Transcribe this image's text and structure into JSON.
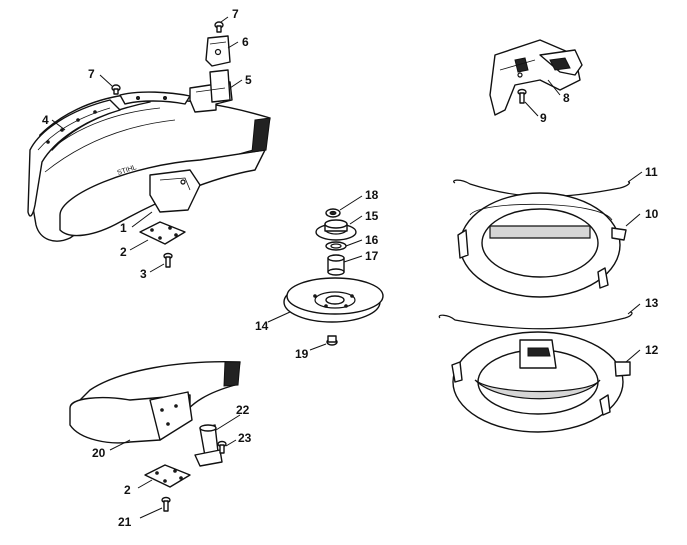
{
  "callouts": {
    "c1": "1",
    "c2a": "2",
    "c2b": "2",
    "c3": "3",
    "c4": "4",
    "c5": "5",
    "c6": "6",
    "c7a": "7",
    "c7b": "7",
    "c8": "8",
    "c9": "9",
    "c10": "10",
    "c11": "11",
    "c12": "12",
    "c13": "13",
    "c14": "14",
    "c15": "15",
    "c16": "16",
    "c17": "17",
    "c18": "18",
    "c19": "19",
    "c20": "20",
    "c21": "21",
    "c22": "22",
    "c23": "23"
  },
  "colors": {
    "ink": "#111111",
    "paper": "#ffffff"
  }
}
